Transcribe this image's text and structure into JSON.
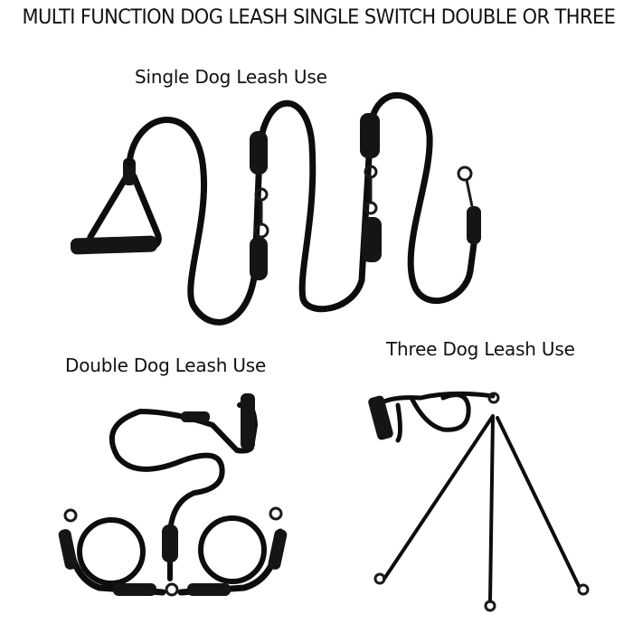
{
  "title": "MULTI FUNCTION DOG LEASH SINGLE SWITCH DOUBLE OR THREE",
  "sections": [
    {
      "label": "Single Dog Leash Use"
    },
    {
      "label": "Double Dog Leash Use"
    },
    {
      "label": "Three Dog Leash Use"
    }
  ],
  "colors": {
    "background": "#ffffff",
    "leash": "#0d0d0d",
    "text": "#111111"
  }
}
